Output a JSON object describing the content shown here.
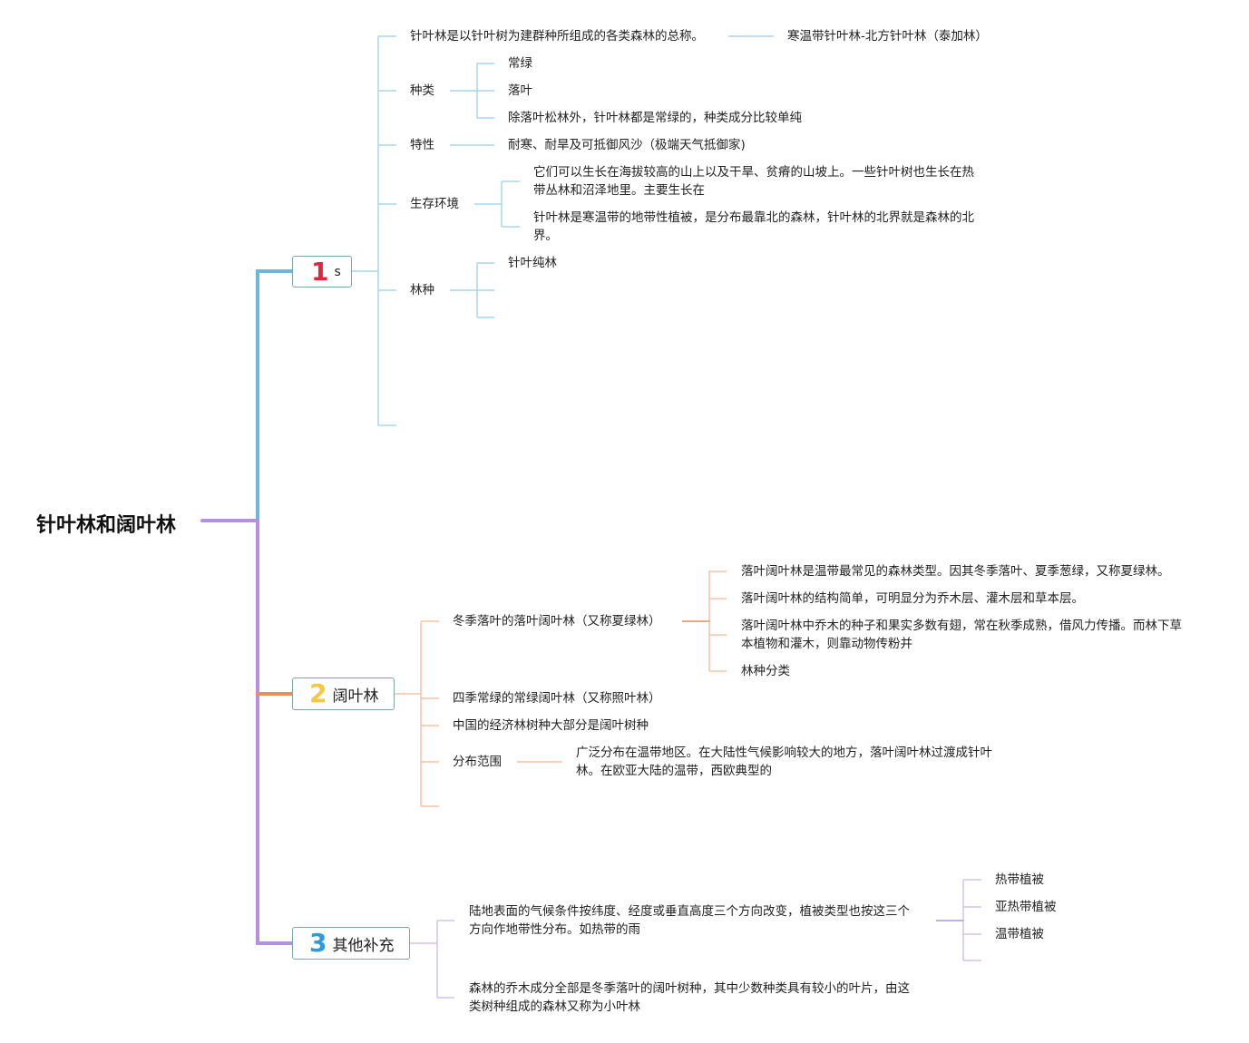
{
  "root": {
    "title": "针叶林和阔叶林"
  },
  "colors": {
    "blue": "#6bb8de",
    "orange": "#f08a5d",
    "purple": "#b391e0",
    "num1": "#e0283c",
    "num2": "#f5c843",
    "num3": "#2e9ad8"
  },
  "branch1": {
    "num": "1",
    "label": "s",
    "def": "针叶林是以针叶树为建群种所组成的各类森林的总称。",
    "def_child": "寒温带针叶林-北方针叶林（泰加林）",
    "types": {
      "label": "种类",
      "items": [
        "常绿",
        "落叶",
        "除落叶松林外，针叶林都是常绿的，种类成分比较单纯"
      ]
    },
    "traits": {
      "label": "特性",
      "child": "耐寒、耐旱及可抵御风沙（极端天气抵御家)"
    },
    "env": {
      "label": "生存环境",
      "items": [
        "它们可以生长在海拔较高的山上以及干旱、贫瘠的山坡上。一些针叶树也生长在热带丛林和沼泽地里。主要生长在",
        "针叶林是寒温带的地带性植被，是分布最靠北的森林，针叶林的北界就是森林的北界。"
      ]
    },
    "species": {
      "label": "林种",
      "items": [
        "针叶纯林"
      ]
    }
  },
  "branch2": {
    "num": "2",
    "label": "阔叶林",
    "deciduous": {
      "label": "冬季落叶的落叶阔叶林（又称夏绿林）",
      "items": [
        "落叶阔叶林是温带最常见的森林类型。因其冬季落叶、夏季葱绿，又称夏绿林。",
        "落叶阔叶林的结构简单，可明显分为乔木层、灌木层和草本层。",
        "落叶阔叶林中乔木的种子和果实多数有翅，常在秋季成熟，借风力传播。而林下草本植物和灌木，则靠动物传粉并",
        "林种分类"
      ]
    },
    "evergreen": "四季常绿的常绿阔叶林（又称照叶林）",
    "economic": "中国的经济林树种大部分是阔叶树种",
    "range": {
      "label": "分布范围",
      "child": "广泛分布在温带地区。在大陆性气候影响较大的地方，落叶阔叶林过渡成针叶林。在欧亚大陆的温带，西欧典型的"
    }
  },
  "branch3": {
    "num": "3",
    "label": "其他补充",
    "zonal": {
      "label": "陆地表面的气候条件按纬度、经度或垂直高度三个方向改变，植被类型也按这三个方向作地带性分布。如热带的雨",
      "items": [
        "热带植被",
        "亚热带植被",
        "温带植被"
      ]
    },
    "smallleaf": "森林的乔木成分全部是冬季落叶的阔叶树种，其中少数种类具有较小的叶片，由这类树种组成的森林又称为小叶林"
  }
}
